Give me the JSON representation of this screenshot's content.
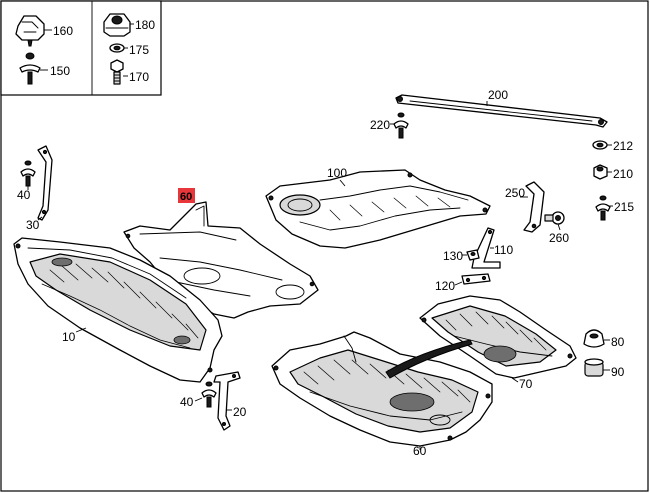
{
  "callouts": {
    "c160": "160",
    "c150": "150",
    "c180": "180",
    "c175": "175",
    "c170": "170",
    "c200": "200",
    "c220": "220",
    "c212": "212",
    "c210": "210",
    "c215": "215",
    "c100": "100",
    "c250": "250",
    "c260": "260",
    "c110": "110",
    "c130": "130",
    "c120": "120",
    "c40_top": "40",
    "c30": "30",
    "c60_hl": "60",
    "c10": "10",
    "c80": "80",
    "c90": "90",
    "c70": "70",
    "c40_bottom": "40",
    "c20": "20",
    "c60": "60"
  },
  "colors": {
    "highlight": "#e8373a",
    "line": "#000000",
    "background": "#ffffff"
  }
}
